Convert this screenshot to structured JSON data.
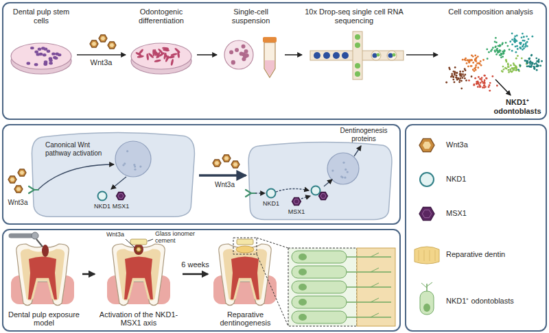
{
  "diagram": {
    "nodes": [
      {
        "text": [
          "Dental pulp stem cells"
        ]
      },
      {
        "text": [
          "Odontogenic differentiation"
        ]
      },
      {
        "text": [
          "Single-cell suspension"
        ]
      },
      {
        "text": [
          "10x Drop-seq single cell RNA sequencing"
        ]
      },
      {
        "text": [
          "Cell composition analysis"
        ]
      },
      {
        "text": [
          "Canonical Wnt pathway activation",
          "NKD1",
          "MSX1"
        ]
      },
      {
        "text": [
          "NKD1",
          "MSX1"
        ]
      },
      {
        "text": [
          "Dental pulp exposure model"
        ]
      },
      {
        "text": [
          "Activation of the NKD1-MSX1 axis"
        ]
      },
      {
        "text": [
          "Reparative dentinogenesis"
        ]
      }
    ],
    "edges": [
      {
        "from": 0,
        "to": 1,
        "label": "Wnt3a",
        "arrow": "to"
      },
      {
        "from": 1,
        "to": 2,
        "arrow": "to"
      },
      {
        "from": 2,
        "to": 3,
        "arrow": "to"
      },
      {
        "from": 3,
        "to": 4,
        "arrow": "to"
      },
      {
        "from": 5,
        "to": 6,
        "arrow": "to"
      },
      {
        "from": 7,
        "to": 8,
        "arrow": "to"
      },
      {
        "from": 8,
        "to": 9,
        "label": "6 weeks",
        "arrow": "to"
      }
    ],
    "labels": [
      "NKD1⁺ odontoblasts",
      "Wnt3a",
      "Wnt3a",
      "Dentinogenesis proteins",
      "Wnt3a",
      "Glass ionomer cement"
    ],
    "legend": [
      {
        "text": "Wnt3a"
      },
      {
        "text": "NKD1"
      },
      {
        "text": "MSX1"
      },
      {
        "text": "Reparative dentin"
      },
      {
        "text": "NKD1⁺ odontoblasts"
      }
    ]
  }
}
